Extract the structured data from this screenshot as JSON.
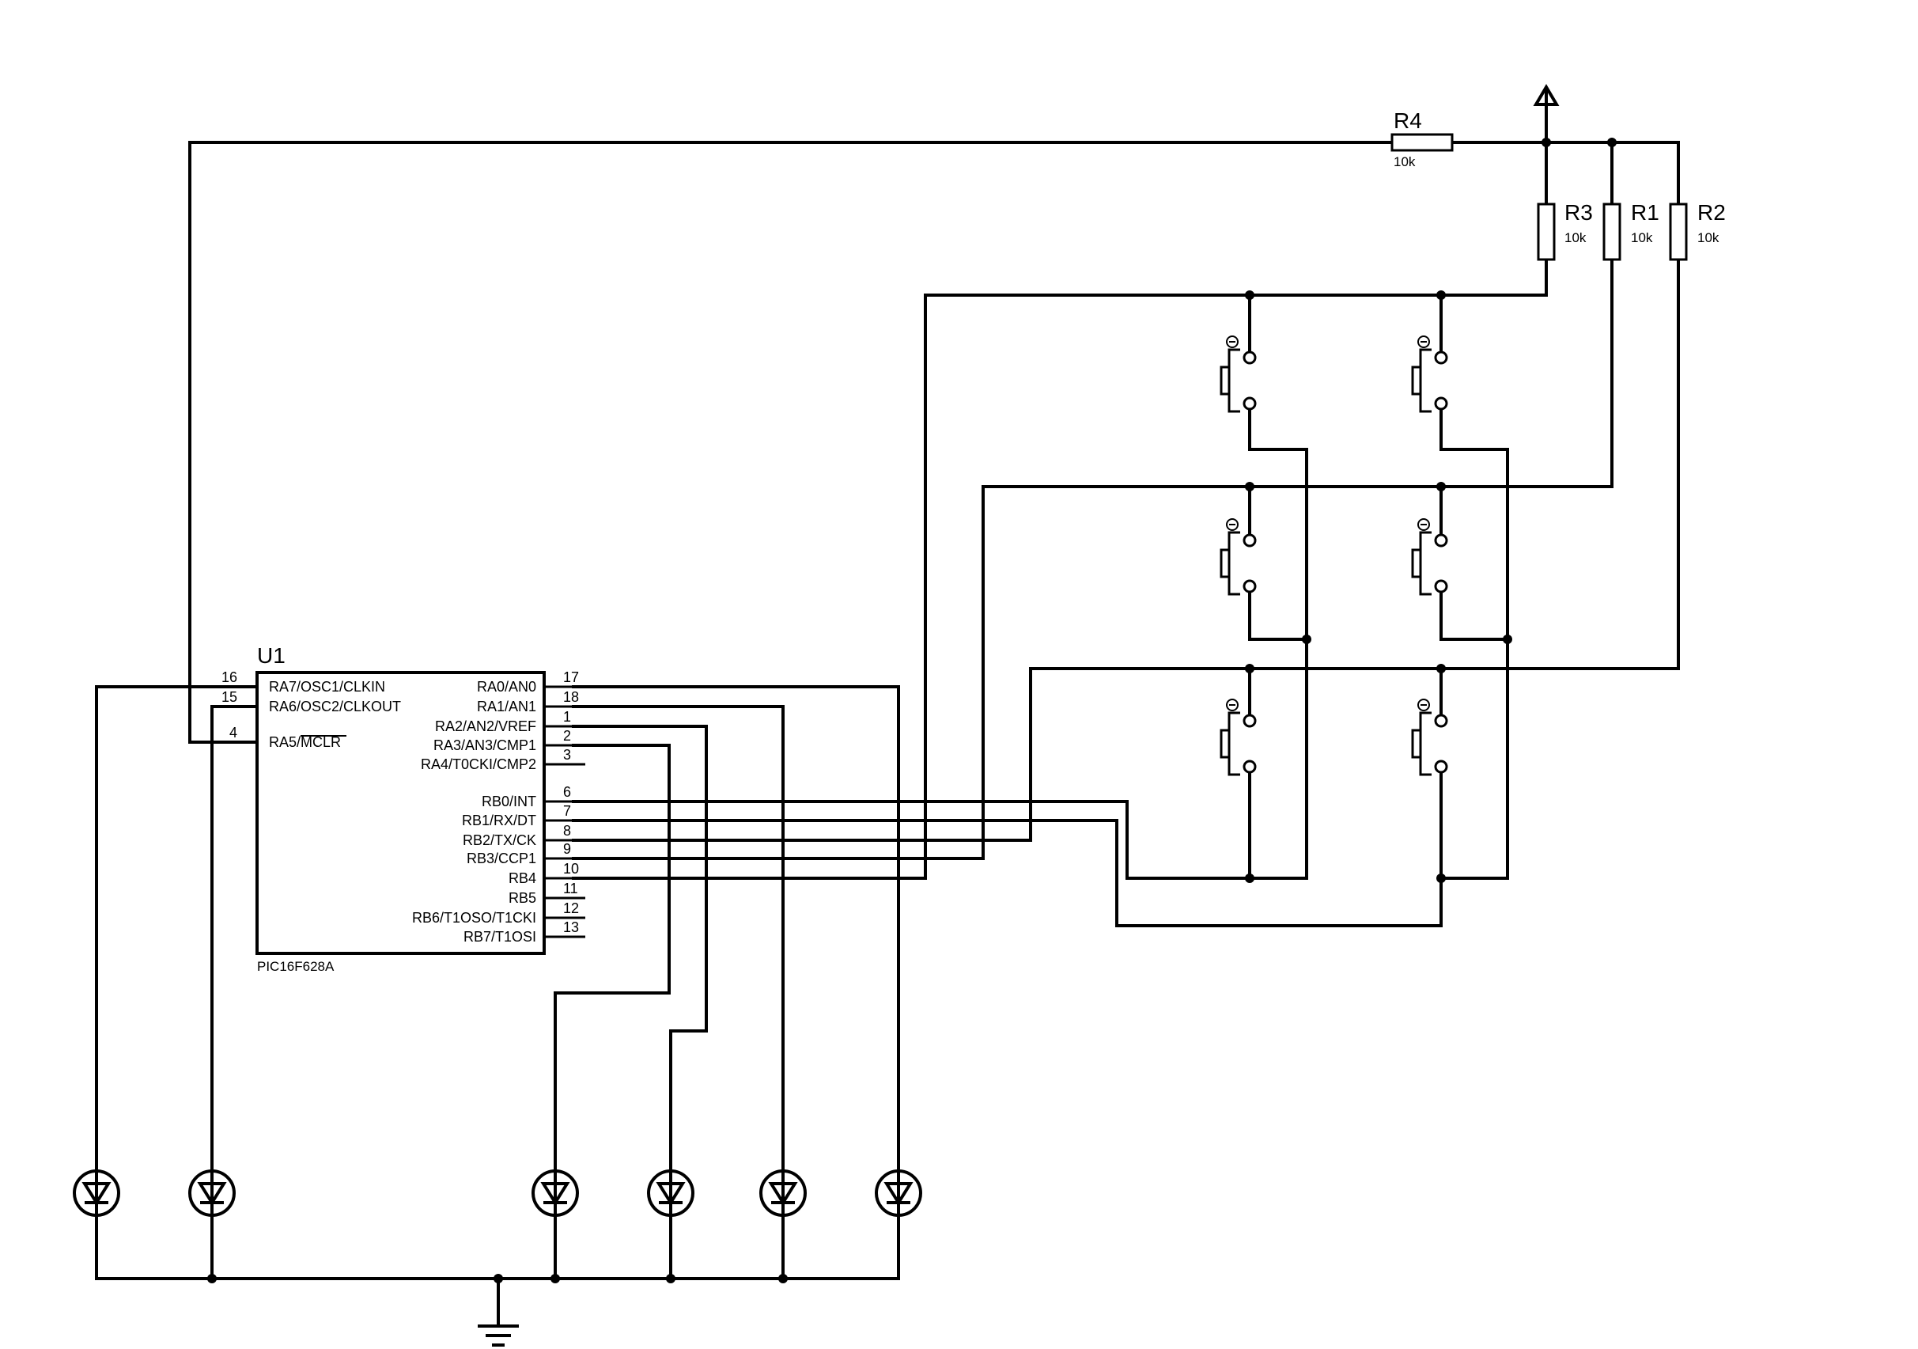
{
  "microcontroller": {
    "ref": "U1",
    "part": "PIC16F628A",
    "left_pins": [
      {
        "num": "16",
        "name": "RA7/OSC1/CLKIN"
      },
      {
        "num": "15",
        "name": "RA6/OSC2/CLKOUT"
      },
      {
        "num": "4",
        "name": "RA5/MCLR"
      }
    ],
    "right_pins": [
      {
        "num": "17",
        "name": "RA0/AN0"
      },
      {
        "num": "18",
        "name": "RA1/AN1"
      },
      {
        "num": "1",
        "name": "RA2/AN2/VREF"
      },
      {
        "num": "2",
        "name": "RA3/AN3/CMP1"
      },
      {
        "num": "3",
        "name": "RA4/T0CKI/CMP2"
      },
      {
        "num": "6",
        "name": "RB0/INT"
      },
      {
        "num": "7",
        "name": "RB1/RX/DT"
      },
      {
        "num": "8",
        "name": "RB2/TX/CK"
      },
      {
        "num": "9",
        "name": "RB3/CCP1"
      },
      {
        "num": "10",
        "name": "RB4"
      },
      {
        "num": "11",
        "name": "RB5"
      },
      {
        "num": "12",
        "name": "RB6/T1OSO/T1CKI"
      },
      {
        "num": "13",
        "name": "RB7/T1OSI"
      }
    ]
  },
  "resistors": [
    {
      "ref": "R4",
      "value": "10k"
    },
    {
      "ref": "R3",
      "value": "10k"
    },
    {
      "ref": "R1",
      "value": "10k"
    },
    {
      "ref": "R2",
      "value": "10k"
    }
  ]
}
